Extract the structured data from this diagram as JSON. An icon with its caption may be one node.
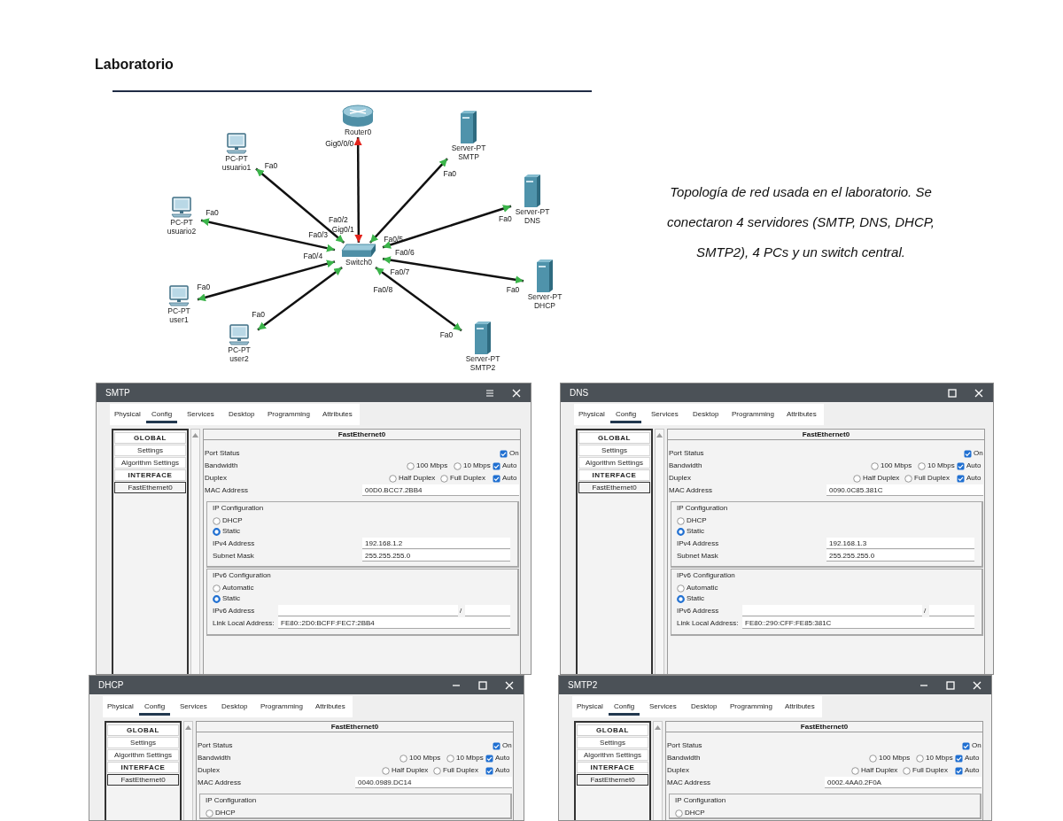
{
  "diagram": {
    "title": "Laboratorio",
    "caption": "Topología de red usada en el laboratorio. Se conectaron 4 servidores (SMTP, DNS, DHCP, SMTP2), 4 PCs y un switch central.",
    "nodes": [
      {
        "text": [
          "Router0"
        ],
        "beside": [
          "Gig0/0/0"
        ]
      },
      {
        "text": [
          "Server-PT",
          "SMTP"
        ],
        "beside": [
          "Fa0"
        ]
      },
      {
        "text": [
          "PC-PT",
          "usuario1"
        ],
        "beside": [
          "Fa0"
        ]
      },
      {
        "text": [
          "Server-PT",
          "DNS"
        ],
        "beside": [
          "Fa0"
        ]
      },
      {
        "text": [
          "PC-PT",
          "usuario2"
        ],
        "beside": [
          "Fa0"
        ]
      },
      {
        "text": [
          "Switch0"
        ],
        "beside": [
          "Gig0/1",
          "Fa0/2",
          "Fa0/5",
          "Fa0/3",
          "Fa0/6",
          "Fa0/4",
          "Fa0/7",
          "Fa0/8"
        ]
      },
      {
        "text": [
          "Server-PT",
          "DHCP"
        ],
        "beside": [
          "Fa0"
        ]
      },
      {
        "text": [
          "PC-PT",
          "user1"
        ],
        "beside": [
          "Fa0"
        ]
      },
      {
        "text": [
          "Server-PT",
          "SMTP2"
        ],
        "beside": [
          "Fa0"
        ]
      },
      {
        "text": [
          "PC-PT",
          "user2"
        ],
        "beside": [
          "Fa0"
        ]
      }
    ],
    "edges": [
      {
        "from": 0,
        "to": 5,
        "arrow": "both"
      },
      {
        "from": 1,
        "to": 5,
        "arrow": "both"
      },
      {
        "from": 2,
        "to": 5,
        "arrow": "both"
      },
      {
        "from": 3,
        "to": 5,
        "arrow": "both"
      },
      {
        "from": 4,
        "to": 5,
        "arrow": "both"
      },
      {
        "from": 6,
        "to": 5,
        "arrow": "both"
      },
      {
        "from": 7,
        "to": 5,
        "arrow": "both"
      },
      {
        "from": 8,
        "to": 5,
        "arrow": "both"
      },
      {
        "from": 9,
        "to": 5,
        "arrow": "both"
      }
    ],
    "labels": [
      "SMTP",
      "Physical",
      "Config",
      "Services",
      "Desktop",
      "Programming",
      "Attributes",
      "GLOBAL",
      "Settings",
      "Algorithm Settings",
      "INTERFACE",
      "FastEthernet0",
      "FastEthernet0",
      "Port Status",
      "On",
      "Bandwidth",
      "100 Mbps",
      "10 Mbps",
      "Auto",
      "Duplex",
      "Half Duplex",
      "Full Duplex",
      "Auto",
      "MAC Address",
      "00D0.BCC7.2BB4",
      "IP Configuration",
      "DHCP",
      "Static",
      "IPv4 Address",
      "192.168.1.2",
      "Subnet Mask",
      "255.255.255.0",
      "IPv6 Configuration",
      "Automatic",
      "Static",
      "IPv6 Address",
      "/",
      "Link Local Address:",
      "FE80::2D0:BCFF:FEC7:2BB4",
      "DNS",
      "Physical",
      "Config",
      "Services",
      "Desktop",
      "Programming",
      "Attributes",
      "GLOBAL",
      "Settings",
      "Algorithm Settings",
      "INTERFACE",
      "FastEthernet0",
      "FastEthernet0",
      "Port Status",
      "On",
      "Bandwidth",
      "100 Mbps",
      "10 Mbps",
      "Auto",
      "Duplex",
      "Half Duplex",
      "Full Duplex",
      "Auto",
      "MAC Address",
      "0090.0C85.381C",
      "IP Configuration",
      "DHCP",
      "Static",
      "IPv4 Address",
      "192.168.1.3",
      "Subnet Mask",
      "255.255.255.0",
      "IPv6 Configuration",
      "Automatic",
      "Static",
      "IPv6 Address",
      "/",
      "Link Local Address:",
      "FE80::290:CFF:FE85:381C",
      "DHCP",
      "Physical",
      "Config",
      "Services",
      "Desktop",
      "Programming",
      "Attributes",
      "GLOBAL",
      "Settings",
      "Algorithm Settings",
      "INTERFACE",
      "FastEthernet0",
      "FastEthernet0",
      "Port Status",
      "On",
      "Bandwidth",
      "100 Mbps",
      "10 Mbps",
      "Auto",
      "Duplex",
      "Half Duplex",
      "Full Duplex",
      "Auto",
      "MAC Address",
      "0040.0989.DC14",
      "IP Configuration",
      "DHCP",
      "SMTP2",
      "Physical",
      "Config",
      "Services",
      "Desktop",
      "Programming",
      "Attributes",
      "GLOBAL",
      "Settings",
      "Algorithm Settings",
      "INTERFACE",
      "FastEthernet0",
      "FastEthernet0",
      "Port Status",
      "On",
      "Bandwidth",
      "100 Mbps",
      "10 Mbps",
      "Auto",
      "Duplex",
      "Half Duplex",
      "Full Duplex",
      "Auto",
      "MAC Address",
      "0002.4AA0.2F0A",
      "IP Configuration",
      "DHCP"
    ]
  }
}
